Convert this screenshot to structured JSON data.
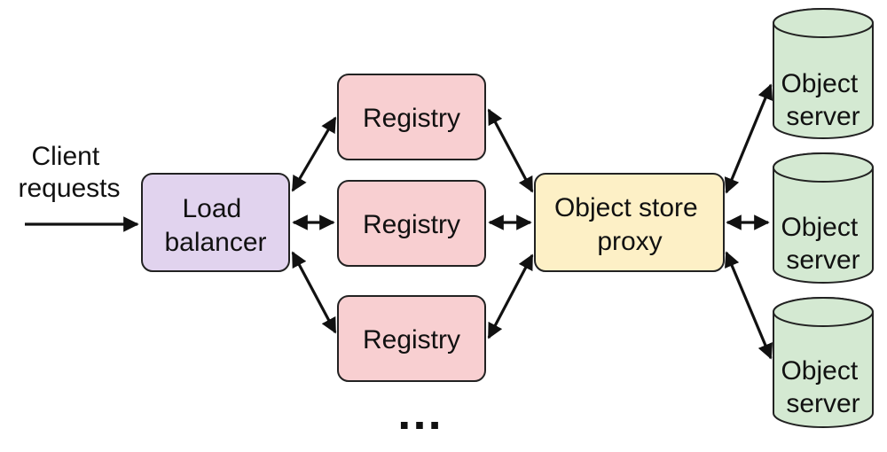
{
  "colors": {
    "load_balancer": "#e1d3ee",
    "registry": "#f8cfd1",
    "proxy": "#fdf0c6",
    "object_server": "#d4e9d2",
    "stroke": "#222222"
  },
  "client_label": [
    "Client",
    "requests"
  ],
  "load_balancer": {
    "lines": [
      "Load",
      "balancer"
    ]
  },
  "registries": [
    {
      "lines": [
        "Registry"
      ]
    },
    {
      "lines": [
        "Registry"
      ]
    },
    {
      "lines": [
        "Registry"
      ]
    }
  ],
  "registries_more": "…",
  "proxy": {
    "lines": [
      "Object store",
      "proxy"
    ]
  },
  "object_servers": [
    {
      "lines": [
        "Object",
        "server"
      ]
    },
    {
      "lines": [
        "Object",
        "server"
      ]
    },
    {
      "lines": [
        "Object",
        "server"
      ]
    }
  ]
}
